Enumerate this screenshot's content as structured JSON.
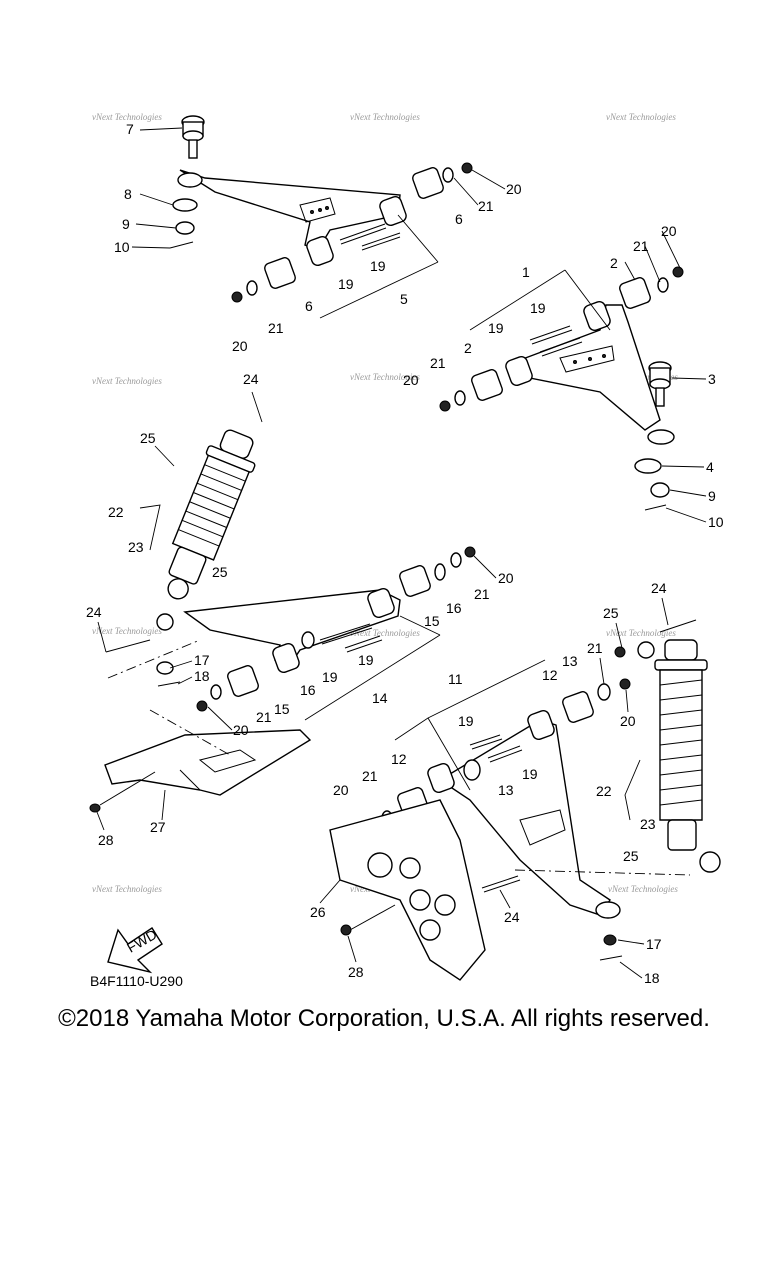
{
  "diagram": {
    "drawing_code": "B4F1110-U290",
    "fwd_label": "FWD",
    "watermark": "vNext Technologies",
    "callouts": [
      "1",
      "2",
      "3",
      "4",
      "5",
      "6",
      "7",
      "8",
      "9",
      "10",
      "11",
      "12",
      "13",
      "14",
      "15",
      "16",
      "17",
      "18",
      "19",
      "20",
      "21",
      "22",
      "23",
      "24",
      "25",
      "26",
      "27",
      "28"
    ]
  },
  "footer": {
    "copyright": "©2018 Yamaha Motor Corporation, U.S.A. All rights reserved."
  }
}
